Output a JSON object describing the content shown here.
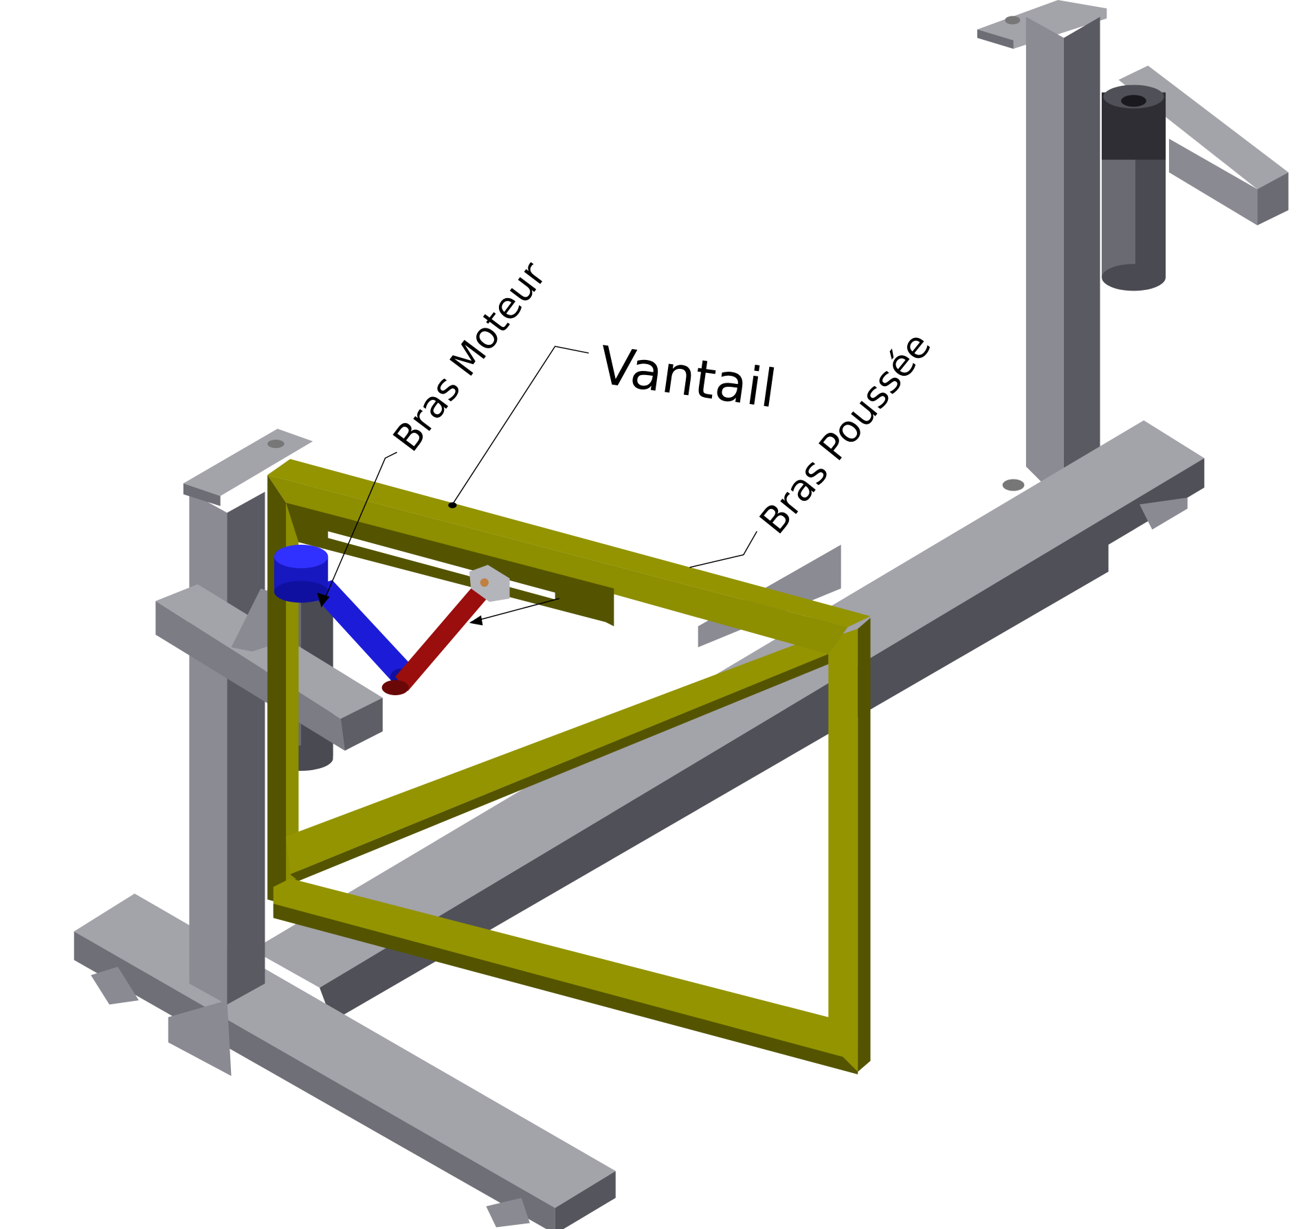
{
  "labels": {
    "bras_moteur": "Bras Moteur",
    "vantail": "Vantail",
    "bras_poussee": "Bras Poussée"
  },
  "colors": {
    "steel_top": "#a3a3aa",
    "steel_front": "#7c7c84",
    "steel_side": "#53545b",
    "frame_light": "#939400",
    "frame_dark": "#545400",
    "motor_arm": "#1c1cd8",
    "push_arm": "#9a0e0e"
  }
}
